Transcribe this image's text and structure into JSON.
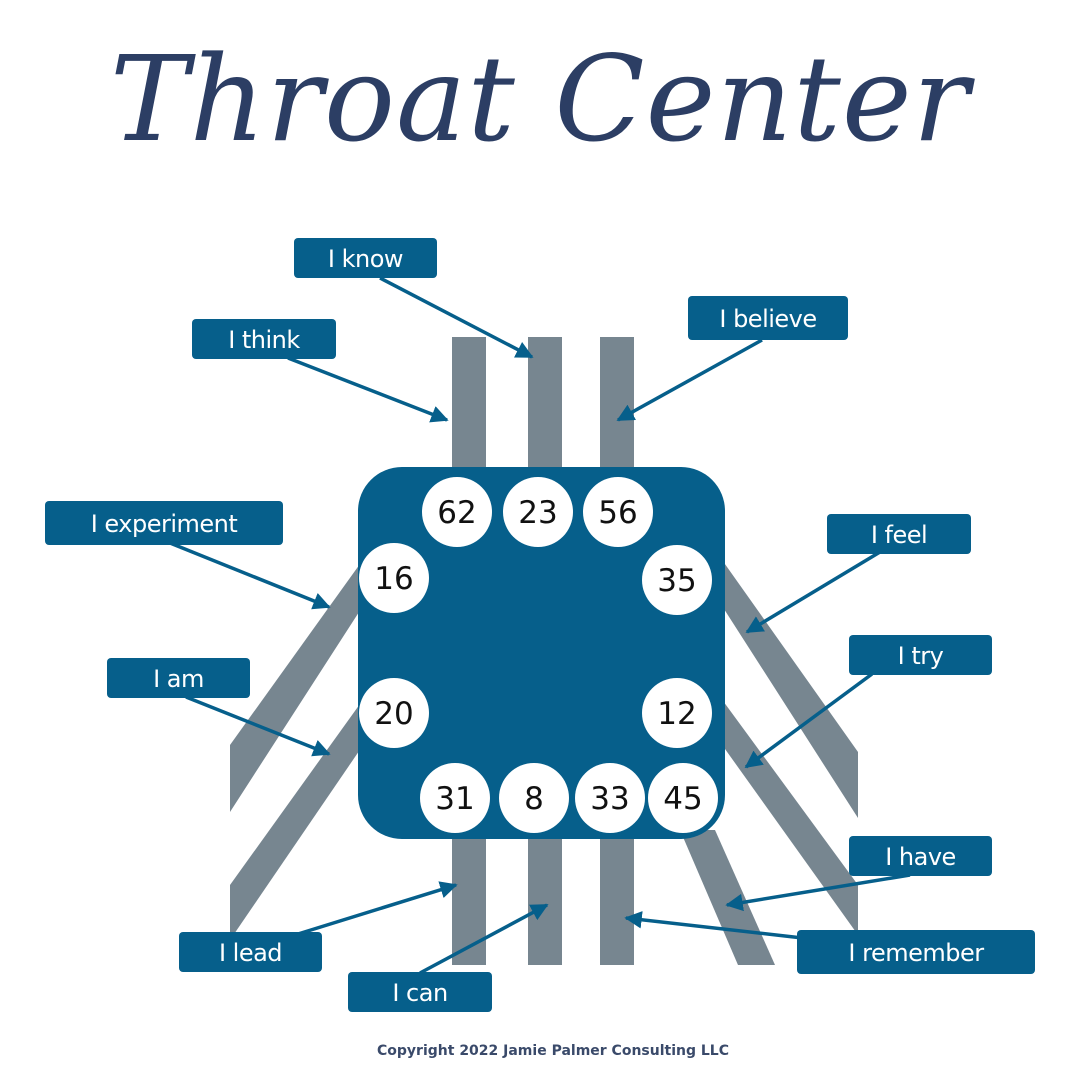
{
  "title": "Throat Center",
  "colors": {
    "title": "#2c3e64",
    "center_fill": "#065f8b",
    "channel": "#778690",
    "label_box": "#065f8b",
    "label_text": "#ffffff",
    "gate_circle": "#ffffff",
    "gate_text": "#111111",
    "arrow": "#065f8b"
  },
  "gates": {
    "g62": "62",
    "g23": "23",
    "g56": "56",
    "g16": "16",
    "g35": "35",
    "g20": "20",
    "g12": "12",
    "g31": "31",
    "g8": "8",
    "g33": "33",
    "g45": "45"
  },
  "labels": {
    "i_know": "I know",
    "i_think": "I think",
    "i_believe": "I believe",
    "i_experiment": "I experiment",
    "i_feel": "I feel",
    "i_am": "I am",
    "i_try": "I try",
    "i_have": "I have",
    "i_lead": "I lead",
    "i_remember": "I remember",
    "i_can": "I can"
  },
  "copyright": "Copyright 2022 Jamie Palmer Consulting LLC"
}
